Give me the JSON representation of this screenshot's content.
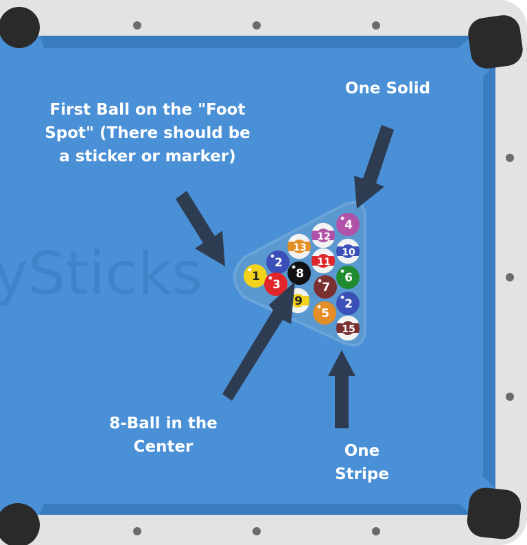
{
  "labels": {
    "foot_spot": [
      "First Ball on the \"Foot",
      "Spot\" (There should be",
      "a sticker or marker)"
    ],
    "one_solid": "One Solid",
    "eight_center": [
      "8-Ball in the",
      "Center"
    ],
    "one_stripe": [
      "One",
      "Stripe"
    ]
  },
  "watermark": "ySticks",
  "balls": [
    {
      "number": "1",
      "color": "#f2d21b",
      "stripe": false
    },
    {
      "number": "2",
      "color": "#3b4fb8",
      "stripe": false
    },
    {
      "number": "3",
      "color": "#e0262a",
      "stripe": false
    },
    {
      "number": "13",
      "color": "#e38e26",
      "stripe": true
    },
    {
      "number": "8",
      "color": "#111111",
      "stripe": false
    },
    {
      "number": "9",
      "color": "#f2d21b",
      "stripe": true
    },
    {
      "number": "12",
      "color": "#b052a8",
      "stripe": true
    },
    {
      "number": "11",
      "color": "#e0262a",
      "stripe": true
    },
    {
      "number": "7",
      "color": "#7a3030",
      "stripe": false
    },
    {
      "number": "5",
      "color": "#e38e26",
      "stripe": false
    },
    {
      "number": "4",
      "color": "#b052a8",
      "stripe": false
    },
    {
      "number": "10",
      "color": "#3b4fb8",
      "stripe": true
    },
    {
      "number": "6",
      "color": "#1f8a2e",
      "stripe": false
    },
    {
      "number": "2",
      "color": "#3b4fb8",
      "stripe": false
    },
    {
      "number": "15",
      "color": "#7a3030",
      "stripe": true
    }
  ],
  "colors": {
    "felt": "#4a90d6",
    "cushion": "#3a7cc0",
    "rail": "#e3e3e3",
    "pocket": "#2a2a2a",
    "arrow": "#2e3c52",
    "rack": "#5a98d0"
  }
}
